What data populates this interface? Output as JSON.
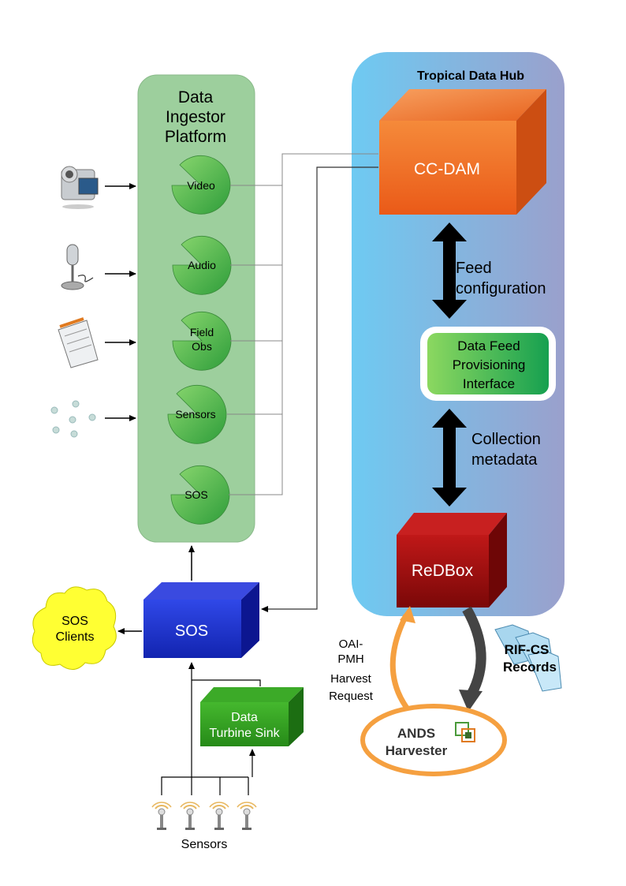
{
  "platform": {
    "title_lines": [
      "Data",
      "Ingestor",
      "Platform"
    ],
    "nodes": [
      {
        "label_lines": [
          "Video"
        ]
      },
      {
        "label_lines": [
          "Audio"
        ]
      },
      {
        "label_lines": [
          "Field",
          "Obs"
        ]
      },
      {
        "label_lines": [
          "Sensors"
        ]
      },
      {
        "label_lines": [
          "SOS"
        ]
      }
    ]
  },
  "hub": {
    "title": "Tropical Data Hub",
    "ccdam": "CC-DAM",
    "feed_config_lines": [
      "Feed",
      "configuration"
    ],
    "provisioning_lines": [
      "Data Feed",
      "Provisioning",
      "Interface"
    ],
    "collection_lines": [
      "Collection",
      "metadata"
    ],
    "redbox": "ReDBox"
  },
  "sos_box": "SOS",
  "sos_clients_lines": [
    "SOS",
    "Clients"
  ],
  "turbine_lines": [
    "Data",
    "Turbine Sink"
  ],
  "sensors_label": "Sensors",
  "oai_lines": [
    "OAI-",
    "PMH",
    "Harvest",
    "Request"
  ],
  "rifcs_lines": [
    "RIF-CS",
    "Records"
  ],
  "ands_lines": [
    "ANDS",
    "Harvester"
  ],
  "icons": {
    "video": "video-camera-icon",
    "audio": "microphone-icon",
    "field": "notepad-icon",
    "sensor": "sensor-dots-icon",
    "antenna": "antenna-sensor-icon",
    "records": "documents-icon",
    "ands": "ands-logo-icon"
  },
  "colors": {
    "platform_bg": "#9dcf9d",
    "hub_gradient_start": "#6fc8f0",
    "hub_gradient_end": "#9aa0cc",
    "ccdam": "#ef6b1f",
    "redbox": "#a01010",
    "sos": "#1e2fd0",
    "turbine": "#2f9f1e",
    "clients": "#ffff33",
    "harvest_arrow": "#f5a040",
    "records_arrow": "#444444"
  }
}
